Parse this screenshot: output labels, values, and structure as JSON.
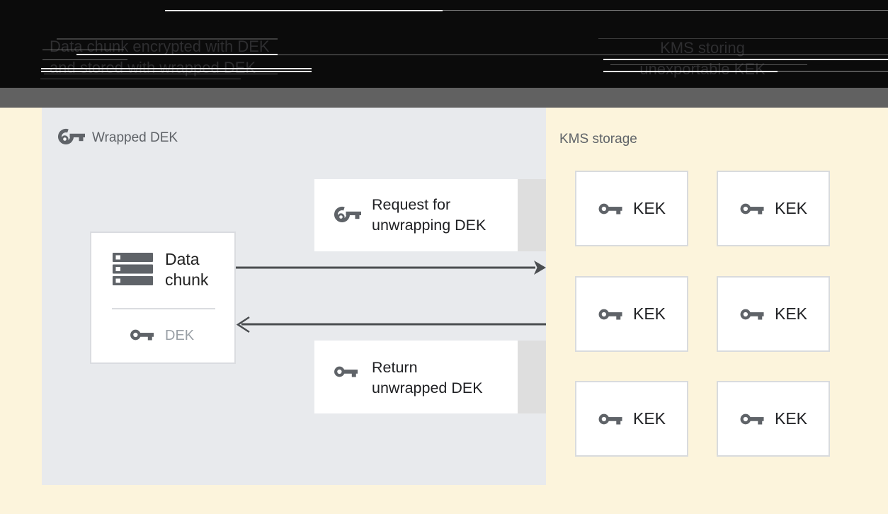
{
  "header": {
    "caption_left": {
      "line1": "Data chunk encrypted with DEK",
      "line2": "and stored with wrapped DEK"
    },
    "caption_right": {
      "line1": "KMS storing",
      "line2": "unexportable KEK"
    }
  },
  "diagram": {
    "wrapped_dek_label": "Wrapped DEK",
    "data_chunk_box": {
      "line1": "Data",
      "line2": "chunk",
      "key_label": "DEK"
    },
    "request_box": {
      "line1": "Request for",
      "line2": "unwrapping DEK"
    },
    "return_box": {
      "line1": "Return",
      "line2": "unwrapped DEK"
    },
    "kms_label": "KMS storage",
    "kek_boxes": [
      "KEK",
      "KEK",
      "KEK",
      "KEK",
      "KEK",
      "KEK"
    ]
  },
  "icons": {
    "wrapped_key": "wrapped-key-icon",
    "solid_key": "key-icon",
    "data_stack": "data-stack-icon"
  },
  "colors": {
    "header_black": "#0B0B0B",
    "divider_bar_gray": "#616161",
    "dek_panel_bg": "#E8EAED",
    "kms_panel_bg": "#FCF4DC",
    "box_border": "#DADCE0",
    "box_shadow_strip": "#DEDEDE",
    "icon_gray": "#5F6368",
    "text_dark": "#202124",
    "text_muted": "#9AA0A6",
    "label_gray": "#5F6368",
    "arrow": "#4A4D50"
  }
}
